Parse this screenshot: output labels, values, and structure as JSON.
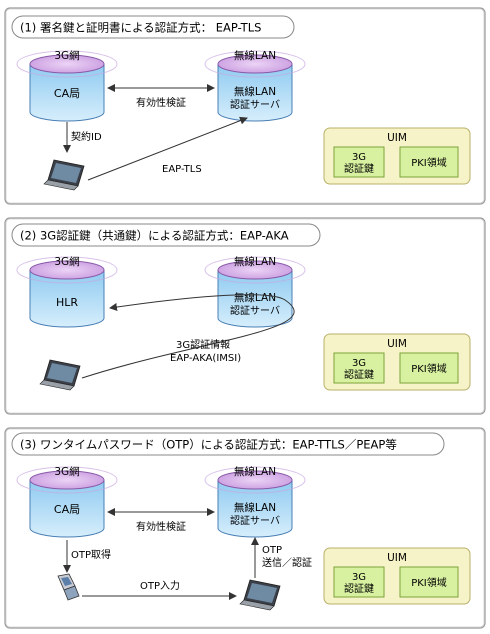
{
  "sections": [
    {
      "title": "(1) 署名鍵と証明書による認証方式： EAP-TLS",
      "left_db": {
        "top": "3G網",
        "label": "CA局"
      },
      "right_db": {
        "top": "無線LAN",
        "label1": "無線LAN",
        "label2": "認証サーバ"
      },
      "arrow_between": "有効性検証",
      "vertical_label": "契約ID",
      "diag_label": "EAP-TLS",
      "uim": {
        "title": "UIM",
        "box1_line1": "3G",
        "box1_line2": "認証鍵",
        "box2": "PKI領域"
      }
    },
    {
      "title": "(2) 3G認証鍵（共通鍵）による認証方式：EAP-AKA",
      "left_db": {
        "top": "3G網",
        "label": "HLR"
      },
      "right_db": {
        "top": "無線LAN",
        "label1": "無線LAN",
        "label2": "認証サーバ"
      },
      "curve_label1": "3G認証情報",
      "curve_label2": "EAP-AKA(IMSI)",
      "uim": {
        "title": "UIM",
        "box1_line1": "3G",
        "box1_line2": "認証鍵",
        "box2": "PKI領域"
      }
    },
    {
      "title": "(3) ワンタイムパスワード（OTP）による認証方式：EAP-TTLS／PEAP等",
      "left_db": {
        "top": "3G網",
        "label": "CA局"
      },
      "right_db": {
        "top": "無線LAN",
        "label1": "無線LAN",
        "label2": "認証サーバ"
      },
      "arrow_between": "有効性検証",
      "vertical_label": "OTP取得",
      "bottom_label": "OTP入力",
      "right_vertical_label1": "OTP",
      "right_vertical_label2": "送信／認証",
      "uim": {
        "title": "UIM",
        "box1_line1": "3G",
        "box1_line2": "認証鍵",
        "box2": "PKI領域"
      }
    }
  ],
  "colors": {
    "db_fill": "#bfe0f5",
    "db_top": "#d8b7e8",
    "uim_fill": "#f7f3c8",
    "uim_inner": "#d8f1a0",
    "uim_border": "#b8b06a",
    "inner_border": "#7ba33a",
    "panel_border": "#9a9a9a"
  }
}
